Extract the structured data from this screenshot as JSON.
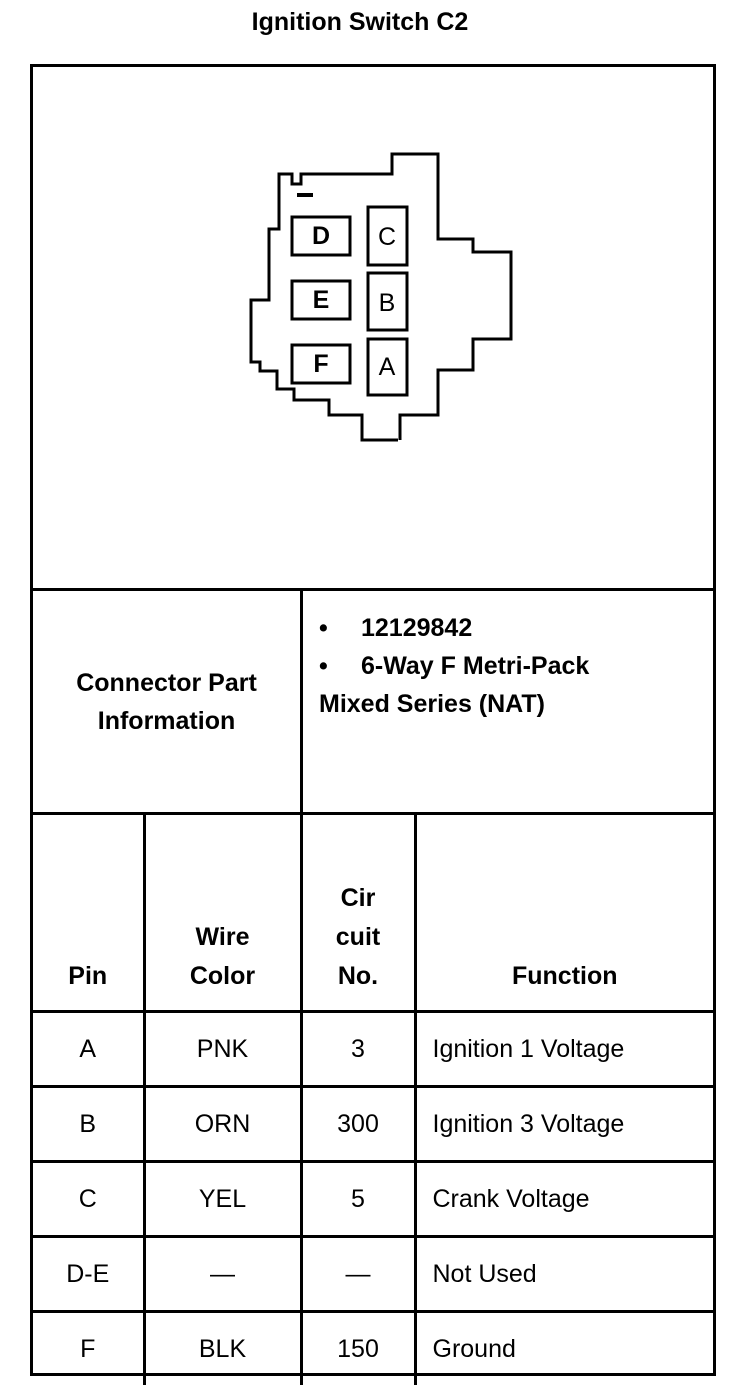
{
  "title": "Ignition Switch C2",
  "connector": {
    "cavity_labels": [
      "D",
      "C",
      "E",
      "B",
      "F",
      "A"
    ]
  },
  "part_info": {
    "label_lines": [
      "Connector Part",
      "Information"
    ],
    "bullet_char": "•",
    "bullets": [
      "12129842",
      "6-Way F Metri-Pack"
    ],
    "continuation": "Mixed Series (NAT)"
  },
  "pin_table": {
    "headers": {
      "pin": [
        "Pin"
      ],
      "wire_color": [
        "Wire",
        "Color"
      ],
      "circuit_no": [
        "Cir",
        "cuit",
        "No."
      ],
      "function": [
        "Function"
      ]
    },
    "rows": [
      {
        "pin": "A",
        "wire_color": "PNK",
        "circuit": "3",
        "function": "Ignition 1 Voltage"
      },
      {
        "pin": "B",
        "wire_color": "ORN",
        "circuit": "300",
        "function": "Ignition 3 Voltage"
      },
      {
        "pin": "C",
        "wire_color": "YEL",
        "circuit": "5",
        "function": "Crank Voltage"
      },
      {
        "pin": "D-E",
        "wire_color": "—",
        "circuit": "—",
        "function": "Not Used"
      },
      {
        "pin": "F",
        "wire_color": "BLK",
        "circuit": "150",
        "function": "Ground"
      }
    ]
  }
}
